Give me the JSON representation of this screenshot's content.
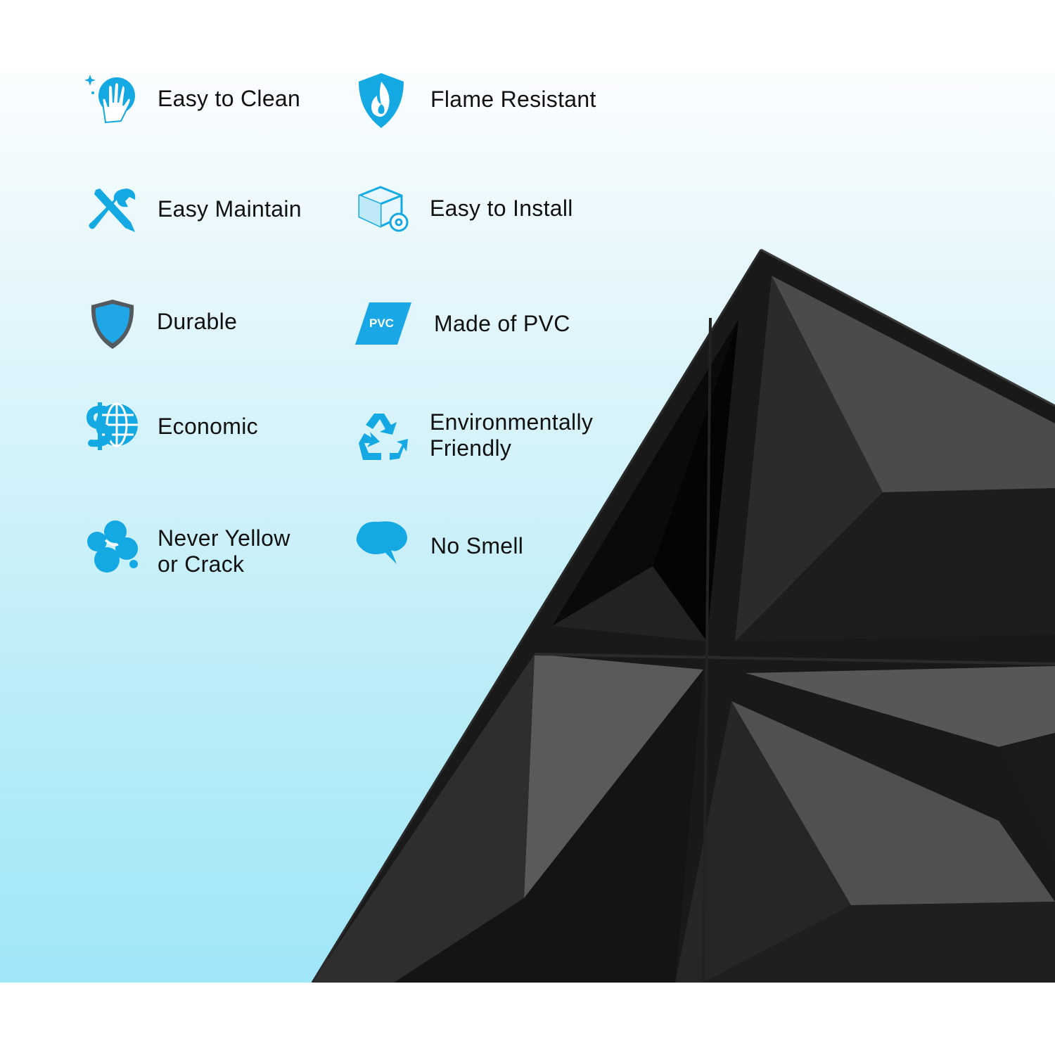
{
  "features": [
    {
      "label": "Easy to Clean",
      "icon": "cleaning-hand-icon"
    },
    {
      "label": "Flame Resistant",
      "icon": "flame-shield-icon"
    },
    {
      "label": "Easy Maintain",
      "icon": "tools-icon"
    },
    {
      "label": "Easy to Install",
      "icon": "box-gear-icon"
    },
    {
      "label": "Durable",
      "icon": "shield-icon"
    },
    {
      "label": "Made of PVC",
      "icon": "pvc-badge-icon",
      "badge_text": "PVC"
    },
    {
      "label": "Economic",
      "icon": "money-globe-icon"
    },
    {
      "label_lines": [
        "Environmentally",
        "Friendly"
      ],
      "icon": "recycle-icon"
    },
    {
      "label_lines": [
        "Never Yellow",
        "or Crack"
      ],
      "icon": "bubbles-icon"
    },
    {
      "label": "No Smell",
      "icon": "speech-cloud-icon"
    }
  ],
  "colors": {
    "accent": "#14a9e3",
    "text": "#111111",
    "panel_dark": "#141414"
  }
}
